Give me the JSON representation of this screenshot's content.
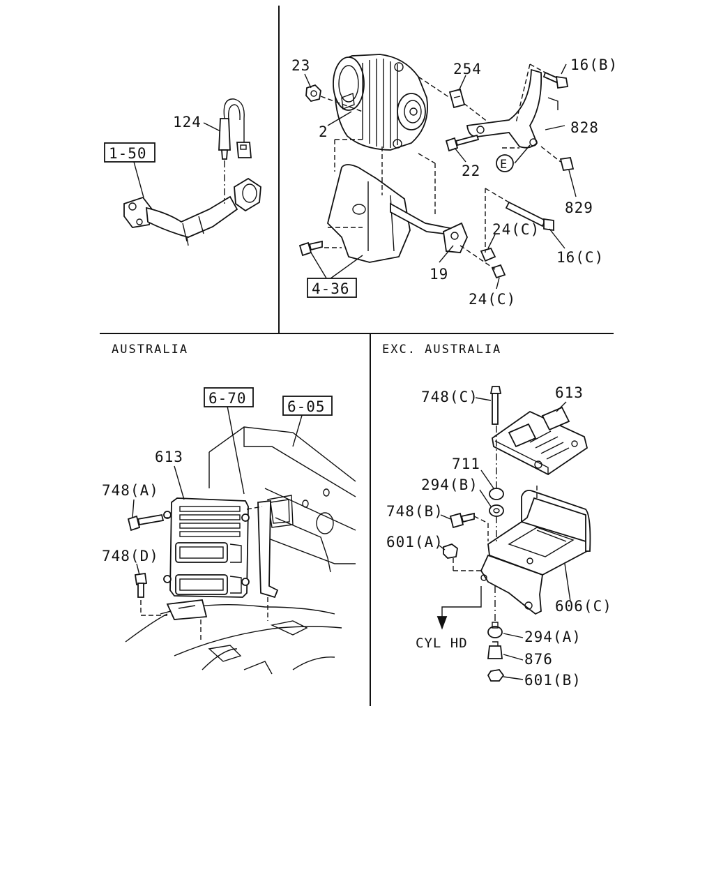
{
  "sections": {
    "australia": "AUSTRALIA",
    "exc_australia": "EXC. AUSTRALIA"
  },
  "refs": {
    "r150": "1-50",
    "r436": "4-36",
    "r670": "6-70",
    "r605": "6-05"
  },
  "labels": {
    "p124": "124",
    "p23": "23",
    "p2": "2",
    "p254": "254",
    "p16b": "16(B)",
    "p828": "828",
    "pE": "E",
    "p22": "22",
    "p829": "829",
    "p24c_a": "24(C)",
    "p16c": "16(C)",
    "p19": "19",
    "p24c_b": "24(C)",
    "p613_au": "613",
    "p748a": "748(A)",
    "p748d": "748(D)",
    "p748c": "748(C)",
    "p613": "613",
    "p711": "711",
    "p294b": "294(B)",
    "p748b": "748(B)",
    "p601a": "601(A)",
    "p606c": "606(C)",
    "cylhd": "CYL HD",
    "p294a": "294(A)",
    "p876": "876",
    "p601b": "601(B)"
  }
}
